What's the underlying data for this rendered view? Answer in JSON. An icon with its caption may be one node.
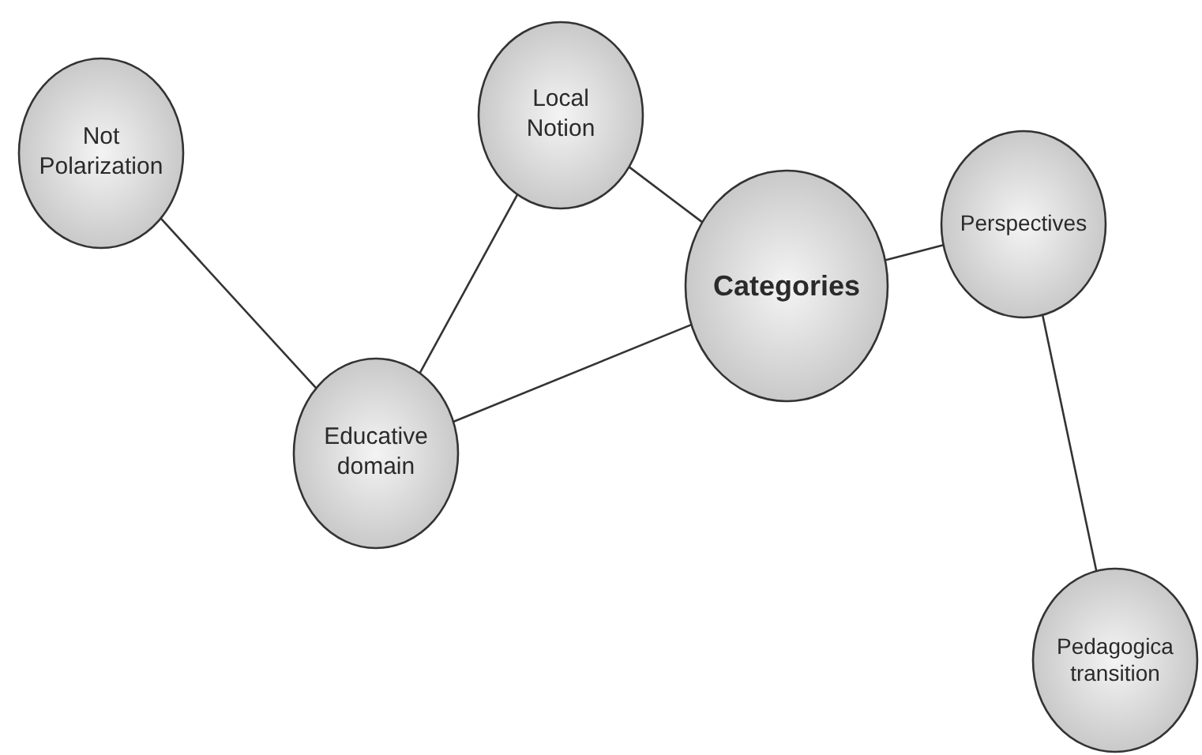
{
  "diagram": {
    "nodes": [
      {
        "text": [
          "Not Polarization"
        ]
      },
      {
        "text": [
          "Local Notion"
        ]
      },
      {
        "text": [
          "Categories"
        ]
      },
      {
        "text": [
          "Perspectives"
        ]
      },
      {
        "text": [
          "Educative domain"
        ]
      },
      {
        "text": [
          "Pedagogica transition"
        ]
      }
    ],
    "edges": [
      {
        "from": 0,
        "to": 4,
        "arrow": "none"
      },
      {
        "from": 4,
        "to": 1,
        "arrow": "none"
      },
      {
        "from": 1,
        "to": 2,
        "arrow": "none"
      },
      {
        "from": 4,
        "to": 2,
        "arrow": "none"
      },
      {
        "from": 2,
        "to": 3,
        "arrow": "none"
      },
      {
        "from": 3,
        "to": 5,
        "arrow": "none"
      }
    ]
  }
}
